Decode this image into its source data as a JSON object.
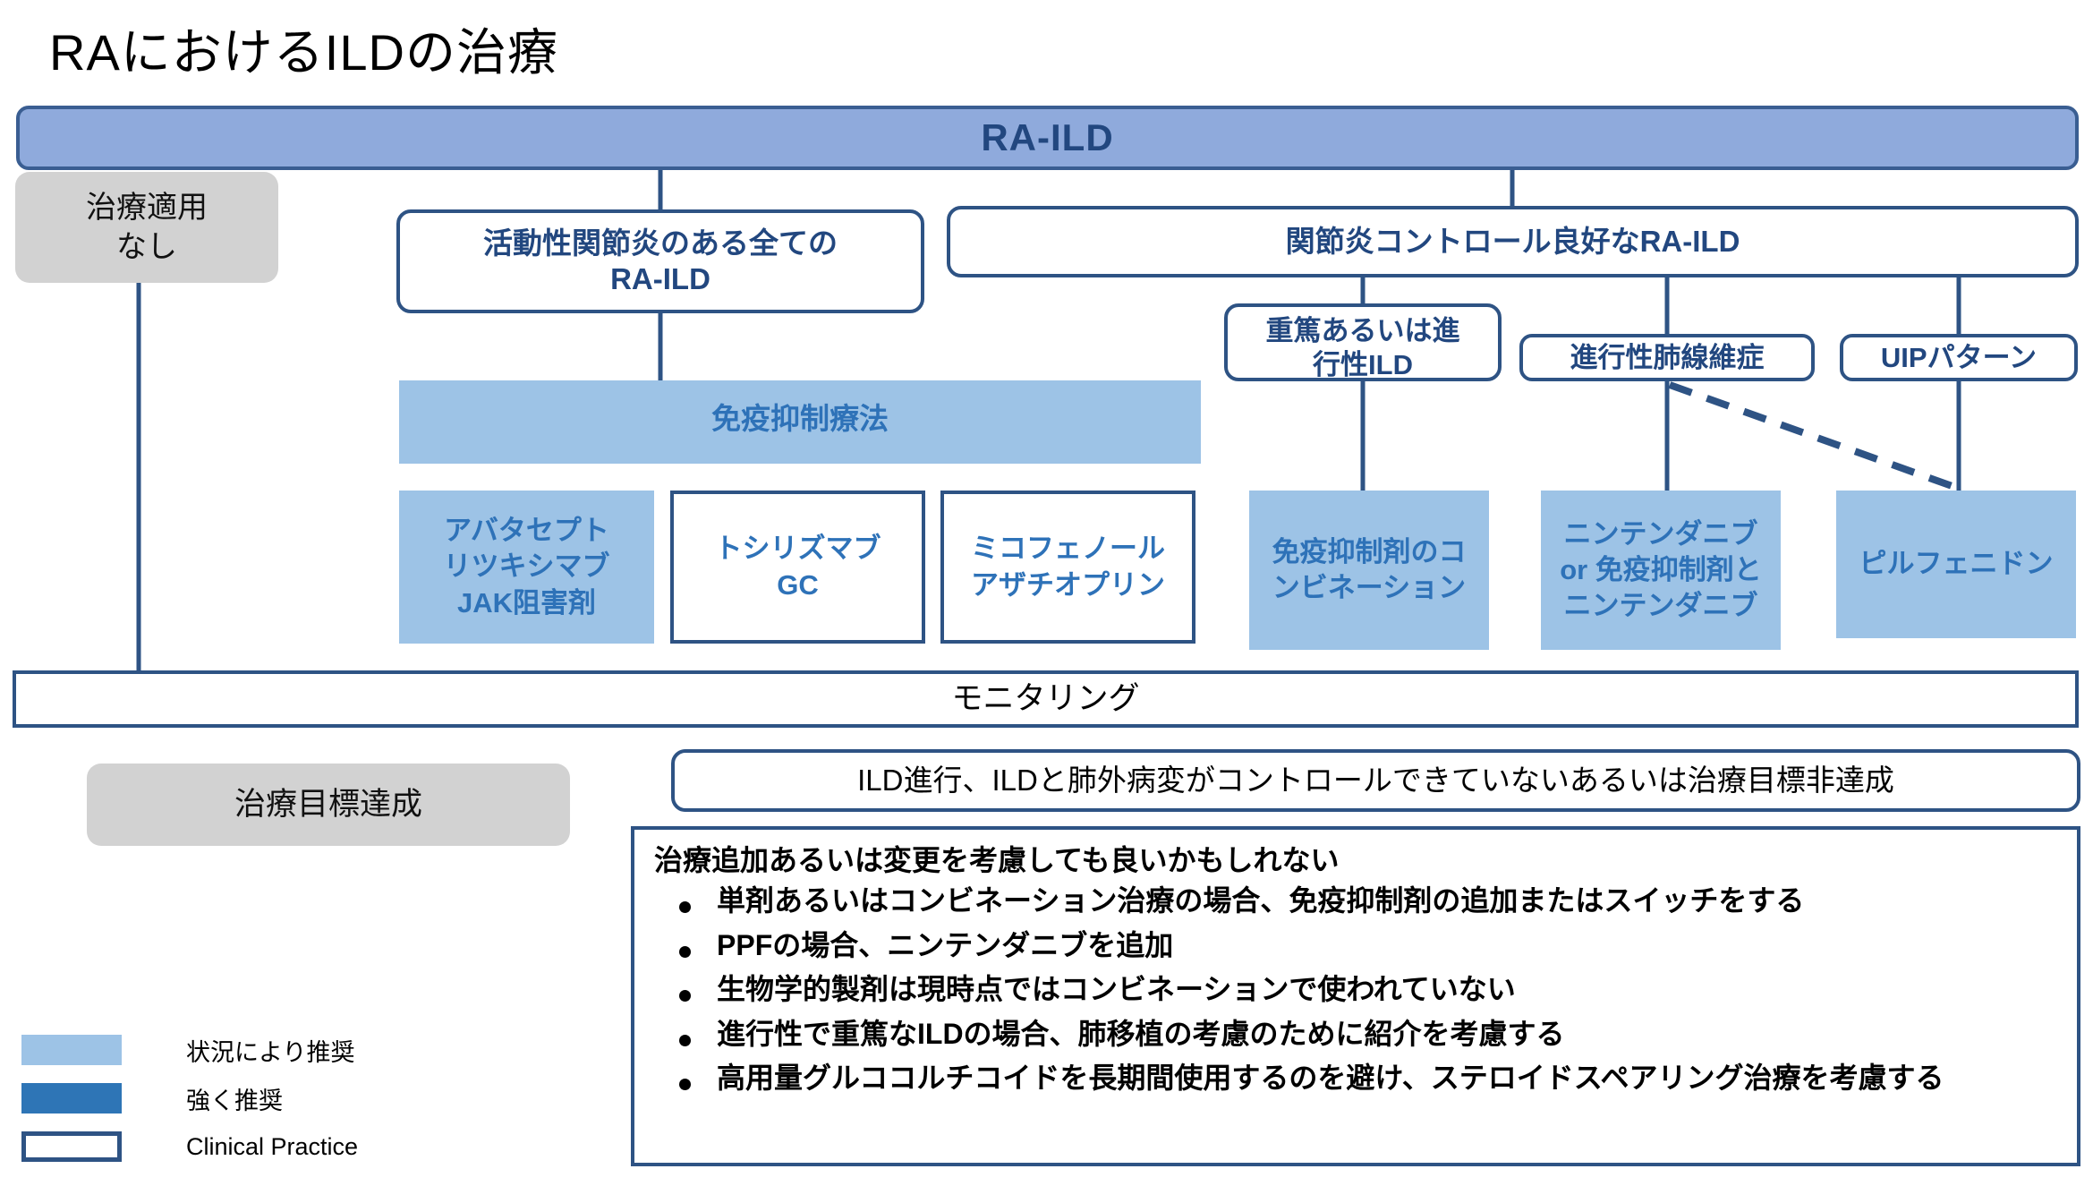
{
  "title": "RAにおけるILDの治療",
  "banner": {
    "label": "RA-ILD"
  },
  "colors": {
    "banner_fill": "#8FAADC",
    "border": "#2E5384",
    "light_blue_fill": "#9DC3E6",
    "strong_blue_fill": "#2E75B6",
    "gray_fill": "#D2D2D2",
    "text_blue": "#22477F"
  },
  "nodes": {
    "no_treatment": "治療適用\nなし",
    "active_ra_ild": "活動性関節炎のある全ての\nRA-ILD",
    "controlled_ra_ild": "関節炎コントロール良好なRA-ILD",
    "severe_ild": "重篤あるいは進\n行性ILD",
    "progressive_pulmonary_fibrosis": "進行性肺線維症",
    "uip_pattern": "UIPパターン",
    "immunosuppressive_therapy": "免疫抑制療法",
    "monitoring": "モニタリング",
    "goal_reached": "治療目標達成",
    "ild_progression": "ILD進行、ILDと肺外病変がコントロールできていないあるいは治療目標非達成"
  },
  "drug_boxes": [
    {
      "name": "abatacept-group",
      "text": "アバタセプト\nリツキシマブ\nJAK阻害剤",
      "style": "filled"
    },
    {
      "name": "tocilizumab-group",
      "text": "トシリズマブ\nGC",
      "style": "outline"
    },
    {
      "name": "mycophenolate-group",
      "text": "ミコフェノール\nアザチオプリン",
      "style": "outline"
    },
    {
      "name": "immunosuppressant-combination",
      "text": "免疫抑制剤のコ\nンビネーション",
      "style": "filled"
    },
    {
      "name": "nintedanib-or-combination",
      "text": "ニンテンダニブ\nor 免疫抑制剤と\nニンテンダニブ",
      "style": "filled"
    },
    {
      "name": "pirfenidone",
      "text": "ピルフェニドン",
      "style": "filled"
    }
  ],
  "consider_panel": {
    "heading": "治療追加あるいは変更を考慮しても良いかもしれない",
    "bullets": [
      "単剤あるいはコンビネーション治療の場合、免疫抑制剤の追加またはスイッチをする",
      "PPFの場合、ニンテンダニブを追加",
      "生物学的製剤は現時点ではコンビネーションで使われていない",
      "進行性で重篤なILDの場合、肺移植の考慮のために紹介を考慮する",
      "高用量グルココルチコイドを長期間使用するのを避け、ステロイドスペアリング治療を考慮する"
    ]
  },
  "legend": [
    {
      "swatch": "light-blue",
      "label": "状況により推奨"
    },
    {
      "swatch": "strong-blue",
      "label": "強く推奨"
    },
    {
      "swatch": "white-outline",
      "label": "Clinical Practice"
    }
  ]
}
